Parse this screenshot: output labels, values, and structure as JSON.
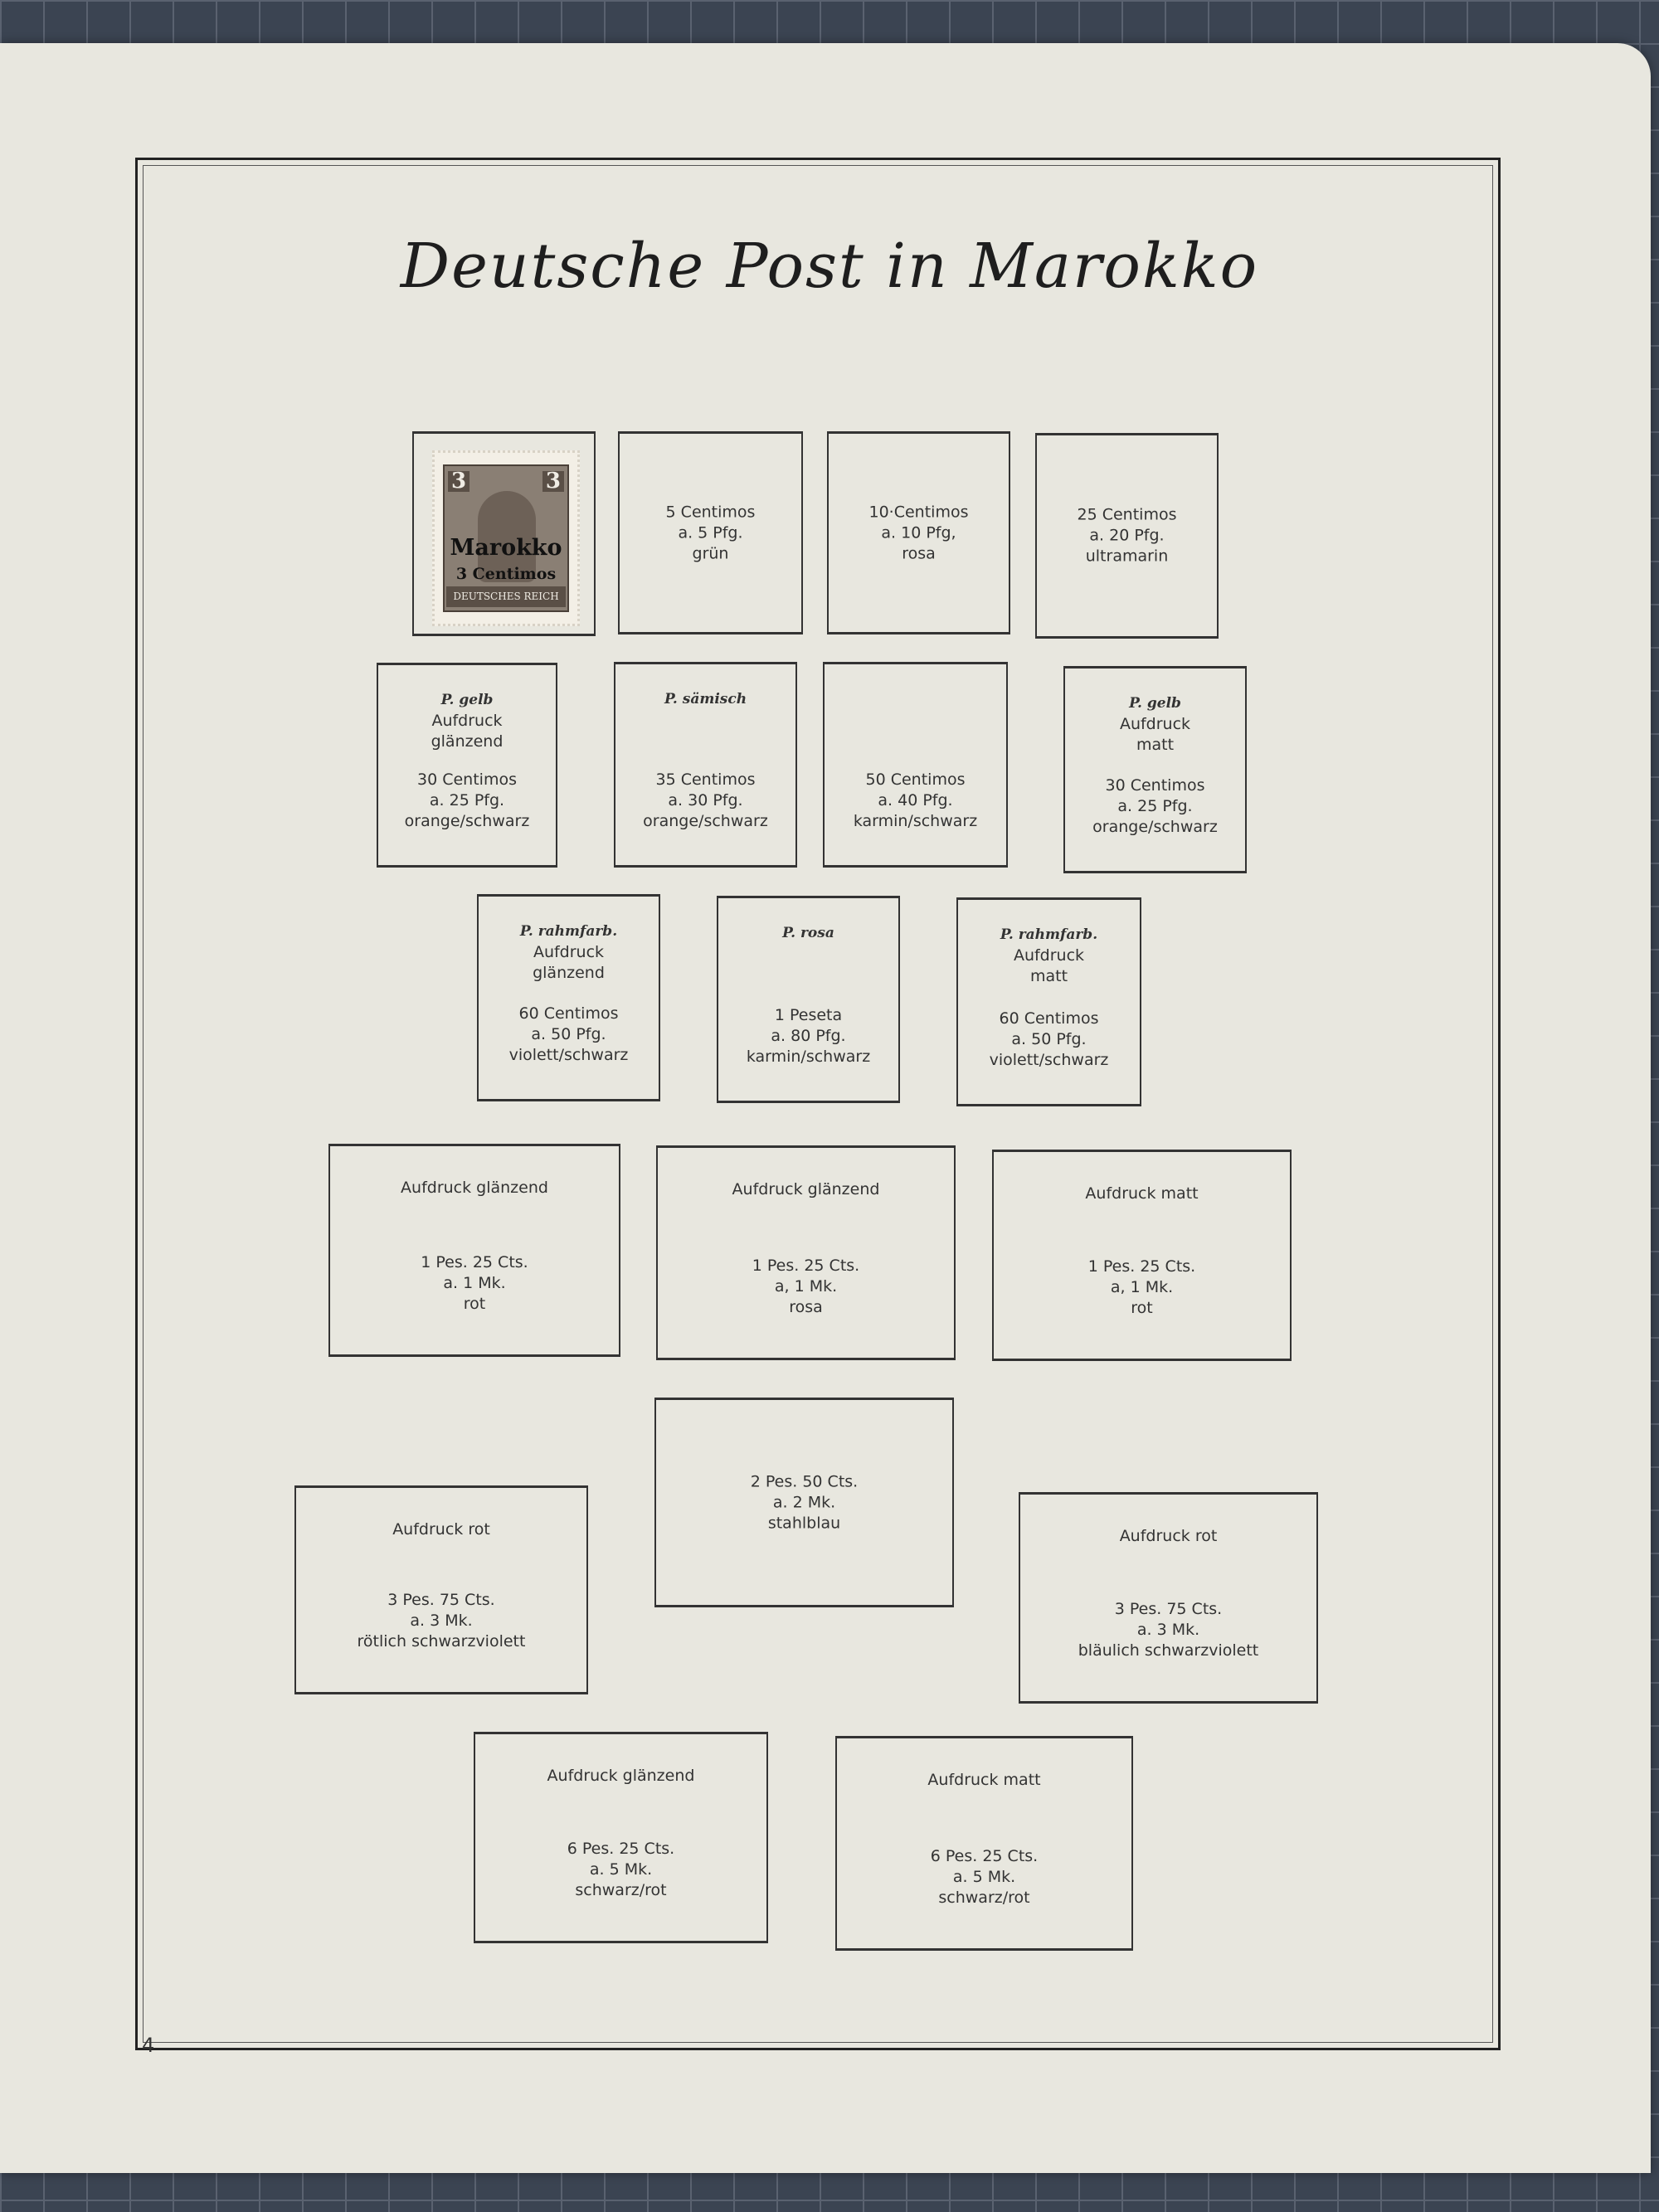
{
  "title": "Deutsche Post in Marokko",
  "page_number": "4",
  "stamp": {
    "value_left": "3",
    "value_right": "3",
    "overprint_1": "Marokko",
    "overprint_2": "3 Centimos",
    "country": "DEUTSCHES REICH"
  },
  "spaces": [
    {
      "top": [],
      "bottom": [
        "5 Centimos",
        "a. 5 Pfg.",
        "grün"
      ]
    },
    {
      "top": [],
      "bottom": [
        "10·Centimos",
        "a. 10 Pfg,",
        "rosa"
      ]
    },
    {
      "top": [],
      "bottom": [
        "25 Centimos",
        "a. 20 Pfg.",
        "ultramarin"
      ]
    },
    {
      "top_italic": "P. gelb",
      "top": [
        "Aufdruck",
        "glänzend"
      ],
      "bottom": [
        "30 Centimos",
        "a. 25 Pfg.",
        "orange/schwarz"
      ]
    },
    {
      "top_italic": "P. sämisch",
      "top": [],
      "bottom": [
        "35 Centimos",
        "a. 30 Pfg.",
        "orange/schwarz"
      ]
    },
    {
      "top": [],
      "bottom": [
        "50 Centimos",
        "a. 40 Pfg.",
        "karmin/schwarz"
      ]
    },
    {
      "top_italic": "P. gelb",
      "top": [
        "Aufdruck",
        "matt"
      ],
      "bottom": [
        "30 Centimos",
        "a. 25 Pfg.",
        "orange/schwarz"
      ]
    },
    {
      "top_italic": "P. rahmfarb.",
      "top": [
        "Aufdruck",
        "glänzend"
      ],
      "bottom": [
        "60 Centimos",
        "a. 50 Pfg.",
        "violett/schwarz"
      ]
    },
    {
      "top_italic": "P. rosa",
      "top": [],
      "bottom": [
        "1 Peseta",
        "a. 80 Pfg.",
        "karmin/schwarz"
      ]
    },
    {
      "top_italic": "P. rahmfarb.",
      "top": [
        "Aufdruck",
        "matt"
      ],
      "bottom": [
        "60 Centimos",
        "a. 50 Pfg.",
        "violett/schwarz"
      ]
    },
    {
      "top": [
        "Aufdruck glänzend"
      ],
      "bottom": [
        "1 Pes. 25 Cts.",
        "a. 1 Mk.",
        "rot"
      ]
    },
    {
      "top": [
        "Aufdruck glänzend"
      ],
      "bottom": [
        "1 Pes. 25 Cts.",
        "a, 1 Mk.",
        "rosa"
      ]
    },
    {
      "top": [
        "Aufdruck matt"
      ],
      "bottom": [
        "1 Pes. 25 Cts.",
        "a, 1 Mk.",
        "rot"
      ]
    },
    {
      "top": [],
      "bottom": [
        "2 Pes. 50 Cts.",
        "a. 2 Mk.",
        "stahlblau"
      ]
    },
    {
      "top": [
        "Aufdruck rot"
      ],
      "bottom": [
        "3 Pes. 75 Cts.",
        "a. 3 Mk.",
        "rötlich schwarzviolett"
      ]
    },
    {
      "top": [
        "Aufdruck rot"
      ],
      "bottom": [
        "3 Pes. 75 Cts.",
        "a. 3 Mk.",
        "bläulich schwarzviolett"
      ]
    },
    {
      "top": [
        "Aufdruck glänzend"
      ],
      "bottom": [
        "6 Pes. 25 Cts.",
        "a. 5 Mk.",
        "schwarz/rot"
      ]
    },
    {
      "top": [
        "Aufdruck matt"
      ],
      "bottom": [
        "6 Pes. 25 Cts.",
        "a. 5 Mk.",
        "schwarz/rot"
      ]
    }
  ]
}
